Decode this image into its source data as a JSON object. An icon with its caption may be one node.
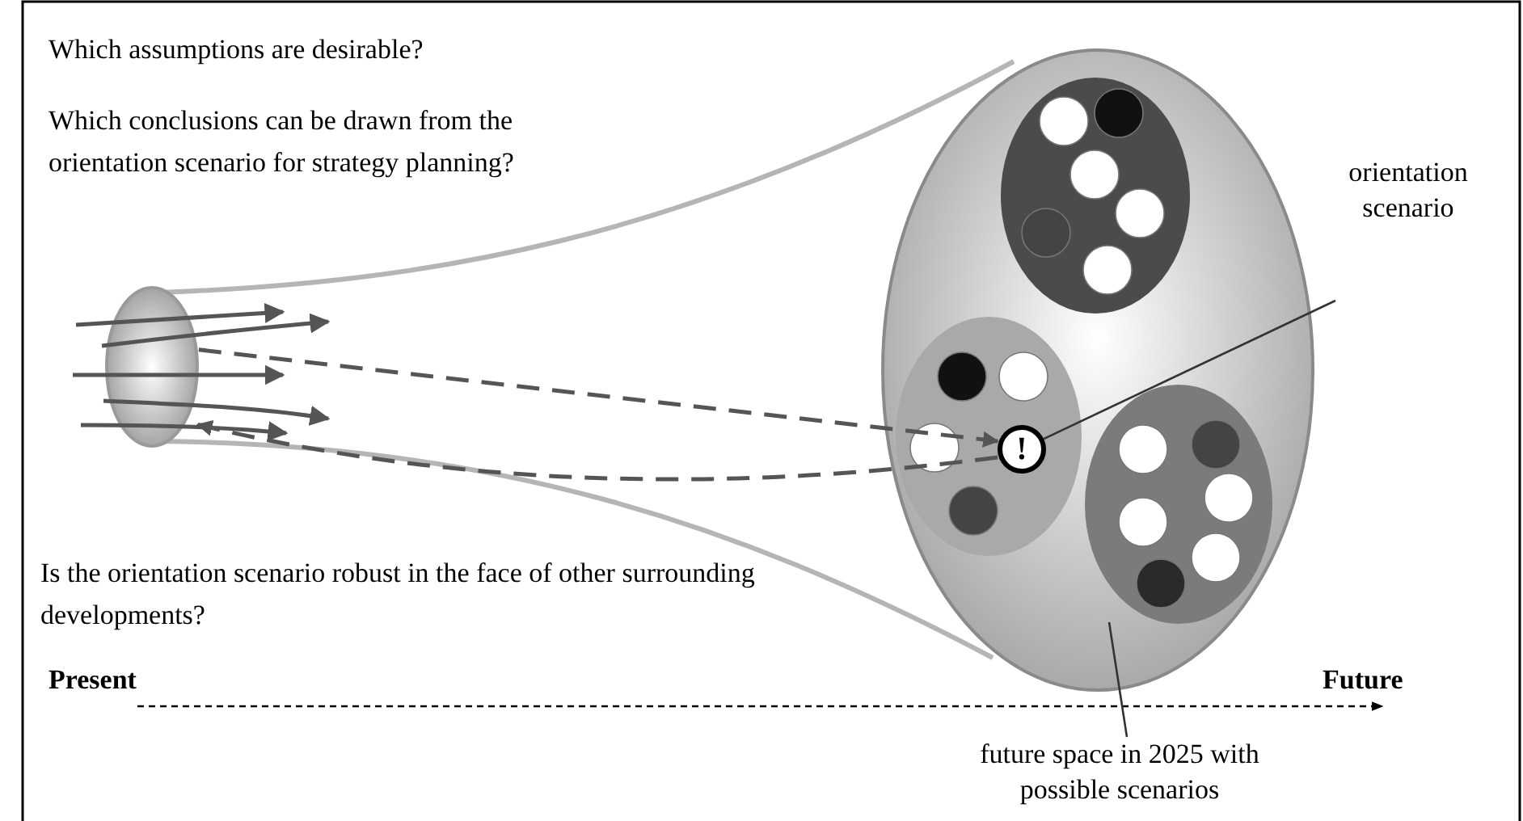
{
  "diagram": {
    "nodes": [
      {
        "text": [],
        "shape": "circle"
      },
      {
        "text": [],
        "shape": "circle"
      },
      {
        "text": [],
        "shape": "circle",
        "in": 1
      },
      {
        "text": [],
        "shape": "circle",
        "in": 1
      },
      {
        "text": [],
        "shape": "circle",
        "in": 1
      },
      {
        "text": [
          "!"
        ],
        "in": 3
      },
      {
        "text": [
          "orientation scenario"
        ]
      },
      {
        "text": [
          "future space in 2025 with possible scenarios"
        ]
      }
    ],
    "edges": [
      {
        "from": 0,
        "to": 5,
        "arrow": "to",
        "style": "dashed"
      },
      {
        "from": 5,
        "to": 0,
        "arrow": "to",
        "style": "dashed"
      },
      {
        "from": 6,
        "to": 5,
        "arrow": "none"
      },
      {
        "from": 7,
        "to": 1,
        "arrow": "none"
      }
    ],
    "labels": [
      "Which assumptions are desirable?",
      "Which conclusions can be drawn from the orientation scenario for strategy planning?",
      "Is the orientation scenario robust in the face of other surrounding developments?",
      "Present",
      "Future"
    ]
  }
}
